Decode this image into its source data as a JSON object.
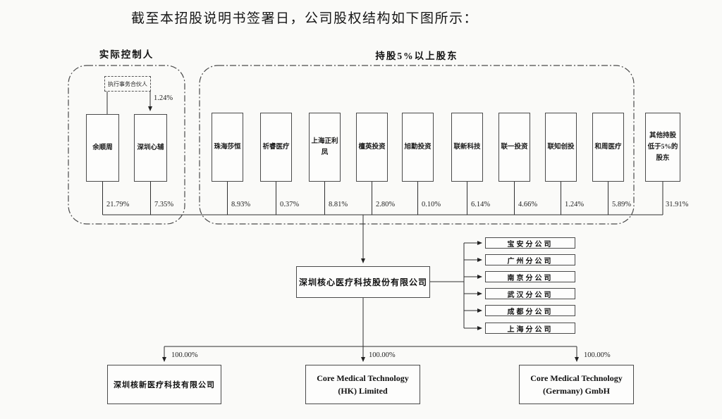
{
  "title": "截至本招股说明书签署日，公司股权结构如下图所示：",
  "groups": {
    "controller": {
      "label": "实际控制人",
      "partner_note": "执行事务合伙人",
      "partner_pct": "1.24%"
    },
    "major": {
      "label": "持股5%以上股东"
    }
  },
  "shareholders": [
    {
      "name": "余顺周",
      "pct": "21.79%"
    },
    {
      "name": "深圳心辅",
      "pct": "7.35%"
    },
    {
      "name": "珠海莎恒",
      "pct": "8.93%"
    },
    {
      "name": "祈睿医疗",
      "pct": "0.37%"
    },
    {
      "name": "上海正利凤",
      "pct": "8.81%"
    },
    {
      "name": "檀英投资",
      "pct": "2.80%"
    },
    {
      "name": "旭勤投资",
      "pct": "0.10%"
    },
    {
      "name": "联新科技",
      "pct": "6.14%"
    },
    {
      "name": "联一投资",
      "pct": "4.66%"
    },
    {
      "name": "联知创投",
      "pct": "1.24%"
    },
    {
      "name": "和周医疗",
      "pct": "5.89%"
    },
    {
      "name": "其他持股低于5%的股东",
      "pct": "31.91%"
    }
  ],
  "company": {
    "name": "深圳核心医疗科技股份有限公司"
  },
  "branches": [
    "宝安分公司",
    "广州分公司",
    "南京分公司",
    "武汉分公司",
    "成都分公司",
    "上海分公司"
  ],
  "subsidiaries": [
    {
      "name": "深圳核新医疗科技有限公司",
      "pct": "100.00%"
    },
    {
      "name": "Core Medical Technology (HK) Limited",
      "pct": "100.00%"
    },
    {
      "name": "Core Medical Technology (Germany) GmbH",
      "pct": "100.00%"
    }
  ]
}
